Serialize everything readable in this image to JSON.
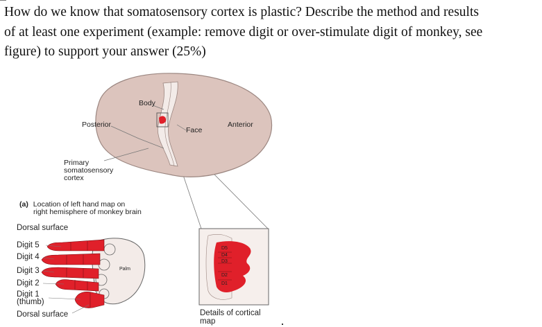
{
  "question": {
    "lines": [
      "How do we know that somatosensory cortex is plastic? Describe the method and results",
      "of at least one experiment (example: remove digit or over-stimulate digit of monkey, see",
      "figure) to support your answer (25%)"
    ]
  },
  "figure": {
    "brain_labels": {
      "body": "Body",
      "posterior": "Posterior",
      "face": "Face",
      "anterior": "Anterior",
      "primary_cortex": [
        "Primary",
        "somatosensory",
        "cortex"
      ]
    },
    "caption_a": {
      "letter": "(a)",
      "line1": "Location of left hand map on",
      "line2": "right hemisphere of monkey brain"
    },
    "hand": {
      "dorsal_top": "Dorsal surface",
      "dorsal_bottom": "Dorsal surface",
      "digit5": "Digit 5",
      "digit4": "Digit 4",
      "digit3": "Digit 3",
      "digit2": "Digit 2",
      "digit1": "Digit 1",
      "thumb": "(thumb)",
      "palm": "Palm"
    },
    "detail": {
      "d5": "D5",
      "d4": "D4",
      "d3": "D3",
      "d2": "D2",
      "d1": "D1",
      "caption_line1": "Details of cortical",
      "caption_line2": "map"
    },
    "colors": {
      "brain": "#dcc4bd",
      "brain_outline": "#9b8680",
      "cortex_strip": "#f3ebe8",
      "red": "#e0202a",
      "detail_bg": "#f0e4e0"
    }
  }
}
